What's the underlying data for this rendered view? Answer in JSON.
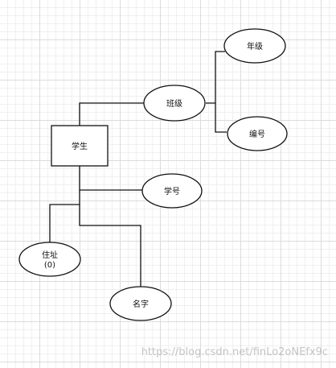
{
  "diagram": {
    "entity": {
      "label": "学生"
    },
    "attributes": {
      "class": {
        "label": "班级"
      },
      "grade": {
        "label": "年级"
      },
      "number": {
        "label": "编号"
      },
      "student_id": {
        "label": "学号"
      },
      "address": {
        "label": "住址",
        "sublabel": "(0)"
      },
      "name": {
        "label": "名字"
      }
    }
  },
  "watermark": "https://blog.csdn.net/finLo2oNEfx9c",
  "colors": {
    "stroke": "#111111",
    "fill": "#ffffff"
  }
}
